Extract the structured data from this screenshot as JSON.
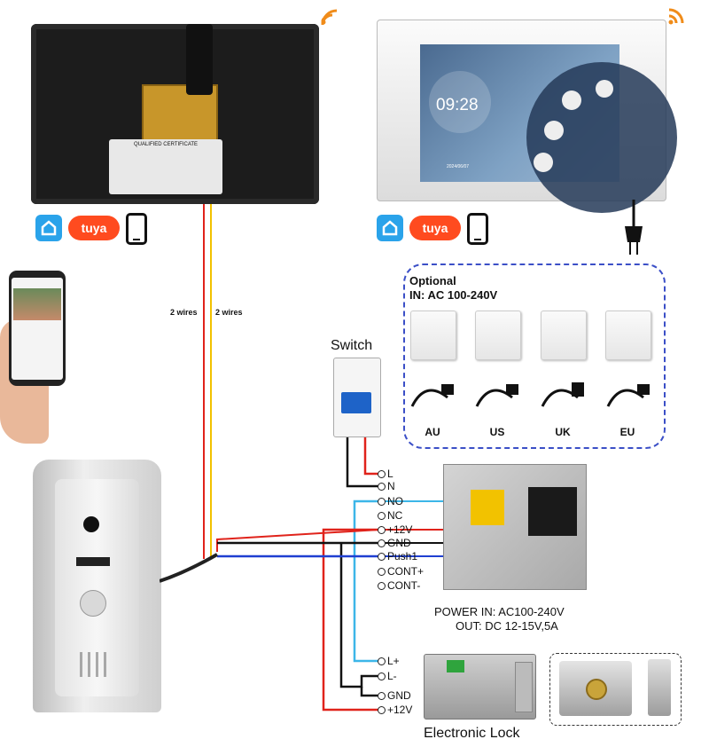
{
  "monitor": {
    "time": "09:28",
    "date": "2024/06/07",
    "panel_label": "QUALIFIED CERTIFICATE",
    "wires_left": "2 wires",
    "wires_right": "2 wires"
  },
  "brands": {
    "tuya_label": "tuya"
  },
  "optional": {
    "title": "Optional",
    "input": "IN: AC 100-240V",
    "plugs": [
      "AU",
      "US",
      "UK",
      "EU"
    ]
  },
  "switch": {
    "title": "Switch"
  },
  "switch_terminals": [
    "L",
    "N"
  ],
  "doorbell_terminals": [
    "NO",
    "NC",
    "+12V",
    "GND",
    "Push1",
    "CONT+",
    "CONT-"
  ],
  "power": {
    "line1": "POWER  IN: AC100-240V",
    "line2": "OUT: DC 12-15V,5A"
  },
  "lock_terminals": [
    "L+",
    "L-",
    "GND",
    "+12V"
  ],
  "lock": {
    "title": "Electronic Lock"
  },
  "colors": {
    "red": "#e0231b",
    "black": "#111111",
    "blue": "#1f3fd1",
    "cyan": "#3cb6e8",
    "yellow": "#f2c200",
    "dashed_border": "#3b4fc7",
    "tuya": "#ff4b1f",
    "home_badge": "#2aa3ea",
    "wifi": "#f08c1a"
  }
}
